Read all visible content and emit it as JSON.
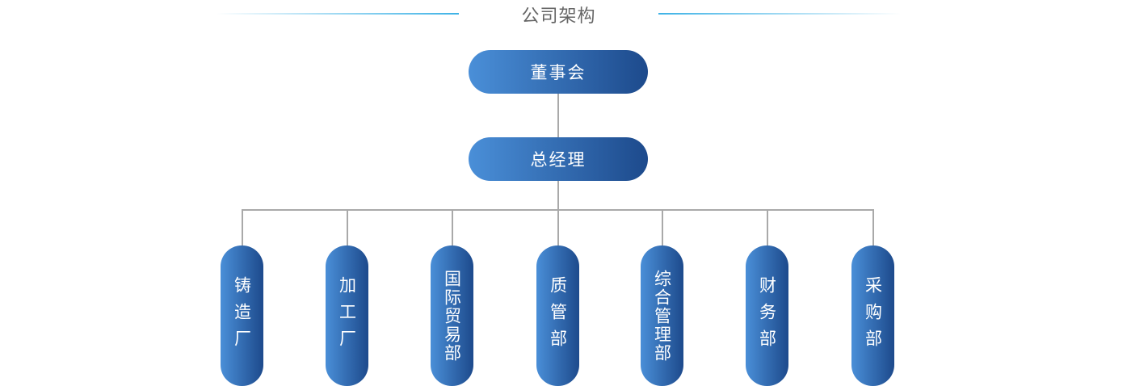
{
  "title": "公司架构",
  "colors": {
    "title_line": "#3db2e6",
    "node_gradient_start": "#4a8fd8",
    "node_gradient_end": "#1d4a8c",
    "connector": "#a9a9a9",
    "title_text": "#666666"
  },
  "chart_data": {
    "type": "org-chart",
    "nodes": {
      "board": "董事会",
      "gm": "总经理",
      "departments": [
        "铸造厂",
        "加工厂",
        "国际贸易部",
        "质管部",
        "综合管理部",
        "财务部",
        "采购部"
      ]
    },
    "edges": [
      [
        "董事会",
        "总经理"
      ],
      [
        "总经理",
        "铸造厂"
      ],
      [
        "总经理",
        "加工厂"
      ],
      [
        "总经理",
        "国际贸易部"
      ],
      [
        "总经理",
        "质管部"
      ],
      [
        "总经理",
        "综合管理部"
      ],
      [
        "总经理",
        "财务部"
      ],
      [
        "总经理",
        "采购部"
      ]
    ]
  }
}
